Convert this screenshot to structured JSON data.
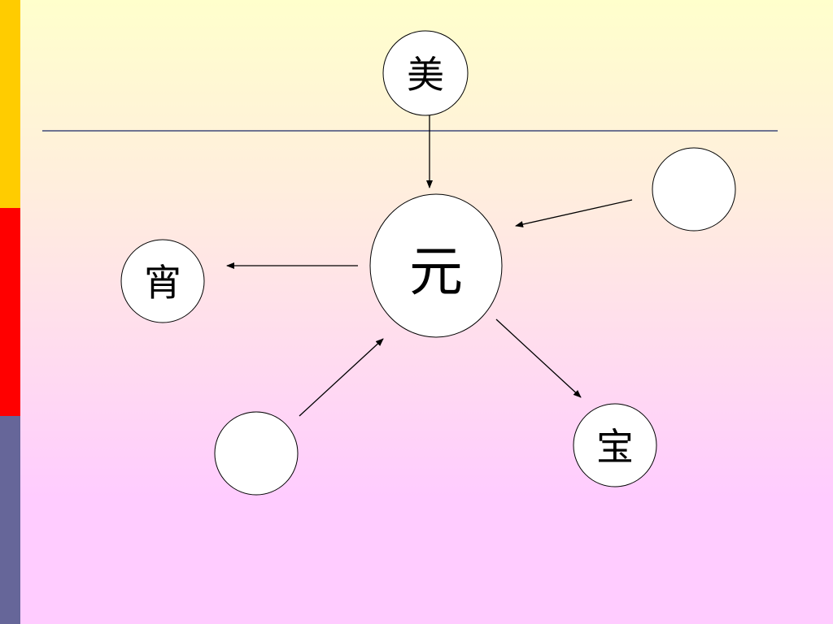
{
  "colors": {
    "bar_top": "#FFCC00",
    "bar_mid": "#FF0000",
    "bar_bottom": "#666699",
    "divider": "#6E7390",
    "node_fill": "#FFFFFF",
    "stroke": "#000000"
  },
  "nodes": {
    "top": {
      "label": "美"
    },
    "center": {
      "label": "元"
    },
    "left": {
      "label": "宵"
    },
    "bottom_right": {
      "label": "宝"
    },
    "right_blank": {
      "label": ""
    },
    "bottom_left_blank": {
      "label": ""
    }
  }
}
